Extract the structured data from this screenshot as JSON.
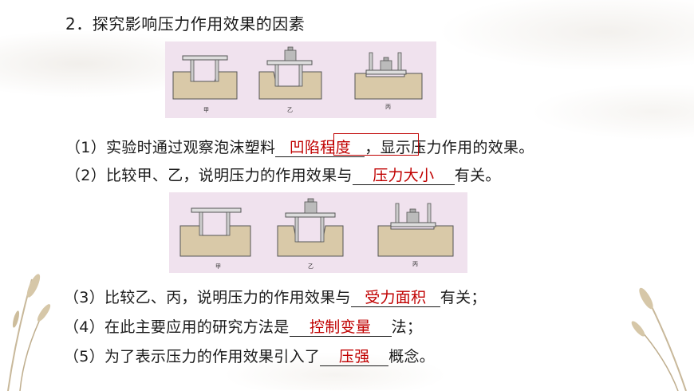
{
  "title": "2．探究影响压力作用效果的因素",
  "figures": {
    "fig1_labels": [
      "甲",
      "乙",
      "丙"
    ],
    "fig2_labels": [
      "甲",
      "乙",
      "丙"
    ]
  },
  "questions": [
    {
      "prefix": "（1）实验时通过观察泡沫塑料",
      "answer": "凹陷程度",
      "suffix": "，显示压力作用的效果。"
    },
    {
      "prefix": "（2）比较甲、乙，说明压力的作用效果与",
      "answer": "压力大小",
      "suffix": "有关。"
    },
    {
      "prefix": "（3）比较乙、丙，说明压力的作用效果与",
      "answer": "受力面积",
      "suffix": "有关；"
    },
    {
      "prefix": "（4）在此主要应用的研究方法是",
      "answer": "控制变量",
      "suffix": "法；"
    },
    {
      "prefix": "（5）为了表示压力的作用效果引入了",
      "answer": "压强",
      "suffix": "概念。"
    }
  ],
  "colors": {
    "answer": "#c00000",
    "figure_bg": "#f0e2ee",
    "foam": "#d9c9a8"
  }
}
